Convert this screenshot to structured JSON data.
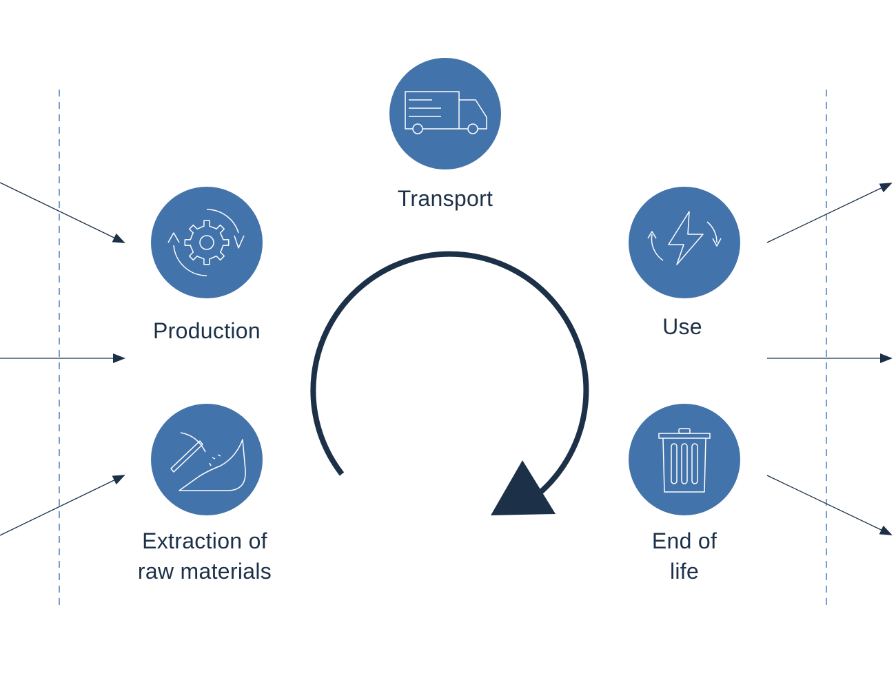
{
  "diagram": {
    "colors": {
      "circle_fill": "#4373ab",
      "icon_stroke": "#ffffff",
      "cycle_arrow": "#1c3048",
      "connector_arrows": "#1c3048",
      "boundary_lines": "#4a7db8",
      "label_text": "#1c3048"
    },
    "stages": {
      "transport": {
        "label": "Transport",
        "icon": "truck-icon"
      },
      "production": {
        "label": "Production",
        "icon": "gear-cycle-icon"
      },
      "use": {
        "label": "Use",
        "icon": "energy-cycle-icon"
      },
      "extraction": {
        "label_line1": "Extraction of",
        "label_line2": "raw materials",
        "icon": "pickaxe-mining-icon"
      },
      "end_of_life": {
        "label_line1": "End of",
        "label_line2": "life",
        "icon": "trash-bin-icon"
      }
    },
    "cycle_arrow": {
      "direction": "clockwise"
    }
  }
}
